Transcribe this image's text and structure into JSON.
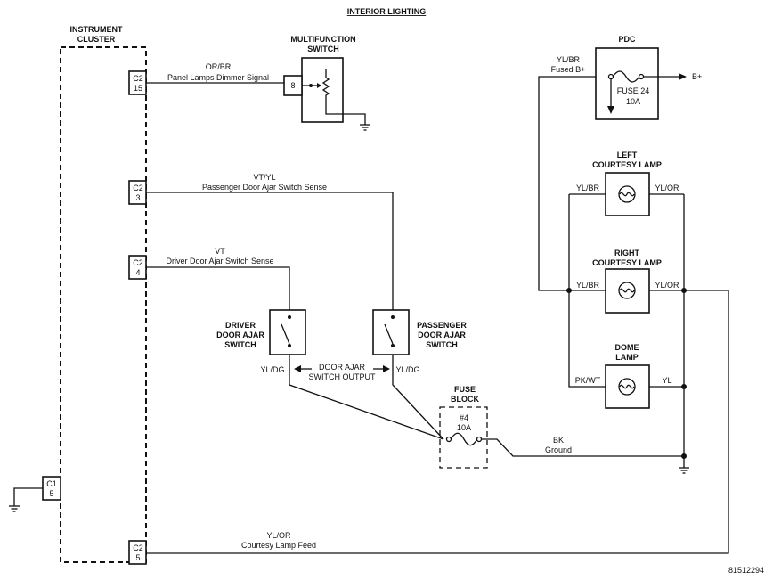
{
  "title": "INTERIOR LIGHTING",
  "figure_id": "81512294",
  "instrument_cluster": {
    "label_line1": "INSTRUMENT",
    "label_line2": "CLUSTER",
    "pins": [
      {
        "conn": "C2",
        "pin": "15"
      },
      {
        "conn": "C2",
        "pin": "3"
      },
      {
        "conn": "C2",
        "pin": "4"
      },
      {
        "conn": "C1",
        "pin": "5"
      },
      {
        "conn": "C2",
        "pin": "5"
      }
    ]
  },
  "multifunction_switch": {
    "label_line1": "MULTIFUNCTION",
    "label_line2": "SWITCH",
    "pin": "8"
  },
  "wires": {
    "dimmer_color": "OR/BR",
    "dimmer_name": "Panel Lamps Dimmer Signal",
    "pass_color": "VT/YL",
    "pass_name": "Passenger Door Ajar Switch Sense",
    "driver_color": "VT",
    "driver_name": "Driver Door Ajar Switch Sense",
    "fused_color": "YL/BR",
    "fused_name": "Fused B+",
    "ground_color": "BK",
    "ground_name": "Ground",
    "feed_color": "YL/OR",
    "feed_name": "Courtesy Lamp Feed"
  },
  "pdc": {
    "label": "PDC",
    "fuse_line1": "FUSE 24",
    "fuse_line2": "10A",
    "output": "B+"
  },
  "left_courtesy_lamp": {
    "label_line1": "LEFT",
    "label_line2": "COURTESY LAMP",
    "left_wire": "YL/BR",
    "right_wire": "YL/OR"
  },
  "right_courtesy_lamp": {
    "label_line1": "RIGHT",
    "label_line2": "COURTESY LAMP",
    "left_wire": "YL/BR",
    "right_wire": "YL/OR"
  },
  "dome_lamp": {
    "label_line1": "DOME",
    "label_line2": "LAMP",
    "left_wire": "PK/WT",
    "right_wire": "YL"
  },
  "driver_switch": {
    "label_line1": "DRIVER",
    "label_line2": "DOOR AJAR",
    "label_line3": "SWITCH",
    "wire": "YL/DG"
  },
  "passenger_switch": {
    "label_line1": "PASSENGER",
    "label_line2": "DOOR AJAR",
    "label_line3": "SWITCH",
    "wire": "YL/DG"
  },
  "door_ajar_output": {
    "line1": "DOOR AJAR",
    "line2": "SWITCH OUTPUT"
  },
  "fuse_block": {
    "label_line1": "FUSE",
    "label_line2": "BLOCK",
    "fuse_line1": "#4",
    "fuse_line2": "10A"
  }
}
